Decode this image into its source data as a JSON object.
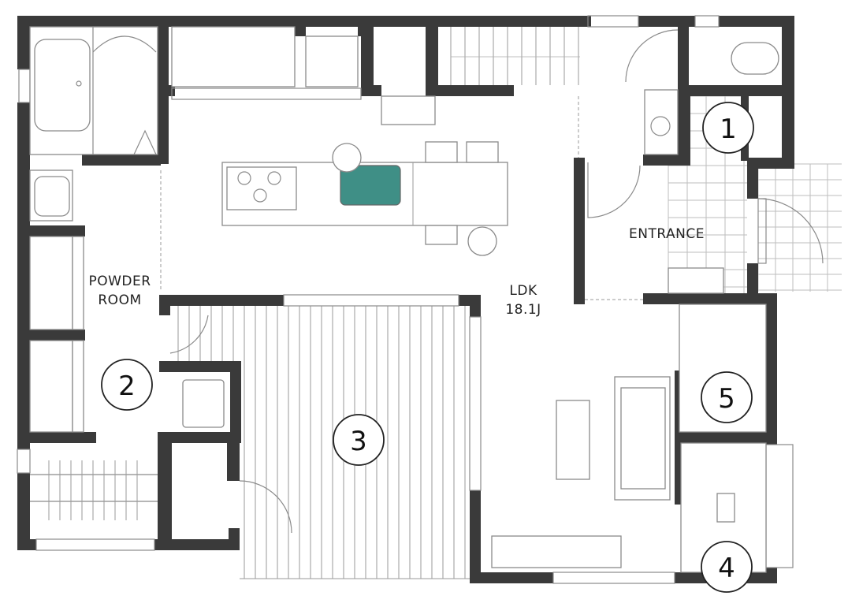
{
  "labels": {
    "powder_room_line1": "POWDER",
    "powder_room_line2": "ROOM",
    "entrance": "ENTRANCE",
    "ldk_line1": "LDK",
    "ldk_line2": "18.1J"
  },
  "room_numbers": [
    "1",
    "2",
    "3",
    "4",
    "5"
  ],
  "colors": {
    "wall": "#3a3a3a",
    "line": "#8a8a8a",
    "sink_accent": "#3f8f86"
  }
}
